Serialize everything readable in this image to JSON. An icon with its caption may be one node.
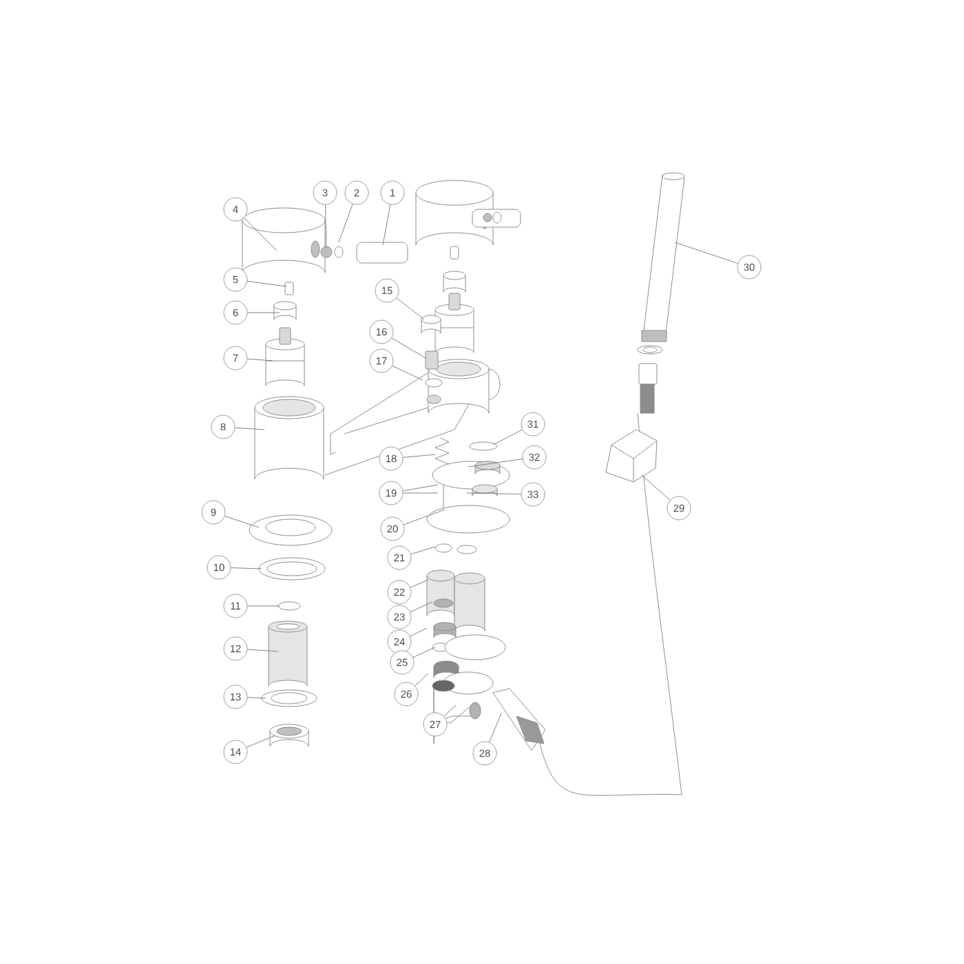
{
  "diagram": {
    "nodes": [
      {
        "text": [
          "1"
        ]
      },
      {
        "text": [
          "2"
        ]
      },
      {
        "text": [
          "3"
        ]
      },
      {
        "text": [
          "4"
        ]
      },
      {
        "text": [
          "5"
        ]
      },
      {
        "text": [
          "6"
        ]
      },
      {
        "text": [
          "7"
        ]
      },
      {
        "text": [
          "8"
        ]
      },
      {
        "text": [
          "9"
        ]
      },
      {
        "text": [
          "10"
        ]
      },
      {
        "text": [
          "11"
        ]
      },
      {
        "text": [
          "12"
        ]
      },
      {
        "text": [
          "13"
        ]
      },
      {
        "text": [
          "14"
        ]
      },
      {
        "text": [
          "15"
        ]
      },
      {
        "text": [
          "16"
        ]
      },
      {
        "text": [
          "17"
        ]
      },
      {
        "text": [
          "18"
        ]
      },
      {
        "text": [
          "19"
        ]
      },
      {
        "text": [
          "20"
        ]
      },
      {
        "text": [
          "21"
        ]
      },
      {
        "text": [
          "22"
        ]
      },
      {
        "text": [
          "23"
        ]
      },
      {
        "text": [
          "24"
        ]
      },
      {
        "text": [
          "25"
        ]
      },
      {
        "text": [
          "26"
        ]
      },
      {
        "text": [
          "27"
        ]
      },
      {
        "text": [
          "28"
        ]
      },
      {
        "text": [
          "29"
        ]
      },
      {
        "text": [
          "30"
        ]
      },
      {
        "text": [
          "31"
        ]
      },
      {
        "text": [
          "32"
        ]
      },
      {
        "text": [
          "33"
        ]
      }
    ],
    "edges": [
      {
        "from": 0,
        "to": null,
        "arrow": "none"
      },
      {
        "from": 1,
        "to": null,
        "arrow": "none"
      },
      {
        "from": 2,
        "to": null,
        "arrow": "none"
      },
      {
        "from": 3,
        "to": null,
        "arrow": "none"
      },
      {
        "from": 4,
        "to": null,
        "arrow": "none"
      },
      {
        "from": 5,
        "to": null,
        "arrow": "none"
      },
      {
        "from": 6,
        "to": null,
        "arrow": "none"
      },
      {
        "from": 7,
        "to": null,
        "arrow": "none"
      },
      {
        "from": 8,
        "to": null,
        "arrow": "none"
      },
      {
        "from": 9,
        "to": null,
        "arrow": "none"
      },
      {
        "from": 10,
        "to": null,
        "arrow": "none"
      },
      {
        "from": 11,
        "to": null,
        "arrow": "none"
      },
      {
        "from": 12,
        "to": null,
        "arrow": "none"
      },
      {
        "from": 13,
        "to": null,
        "arrow": "none"
      },
      {
        "from": 14,
        "to": null,
        "arrow": "none"
      },
      {
        "from": 15,
        "to": null,
        "arrow": "none"
      },
      {
        "from": 16,
        "to": null,
        "arrow": "none"
      },
      {
        "from": 17,
        "to": null,
        "arrow": "none"
      },
      {
        "from": 18,
        "to": null,
        "arrow": "none"
      },
      {
        "from": 18,
        "to": null,
        "arrow": "none"
      },
      {
        "from": 19,
        "to": null,
        "arrow": "none"
      },
      {
        "from": 20,
        "to": null,
        "arrow": "none"
      },
      {
        "from": 21,
        "to": null,
        "arrow": "none"
      },
      {
        "from": 22,
        "to": null,
        "arrow": "none"
      },
      {
        "from": 23,
        "to": null,
        "arrow": "none"
      },
      {
        "from": 24,
        "to": null,
        "arrow": "none"
      },
      {
        "from": 25,
        "to": null,
        "arrow": "none"
      },
      {
        "from": 26,
        "to": null,
        "arrow": "none"
      },
      {
        "from": 27,
        "to": null,
        "arrow": "none"
      },
      {
        "from": 28,
        "to": null,
        "arrow": "none"
      },
      {
        "from": 29,
        "to": null,
        "arrow": "none"
      },
      {
        "from": 30,
        "to": null,
        "arrow": "none"
      },
      {
        "from": 31,
        "to": null,
        "arrow": "none"
      },
      {
        "from": 32,
        "to": null,
        "arrow": "none"
      }
    ]
  }
}
